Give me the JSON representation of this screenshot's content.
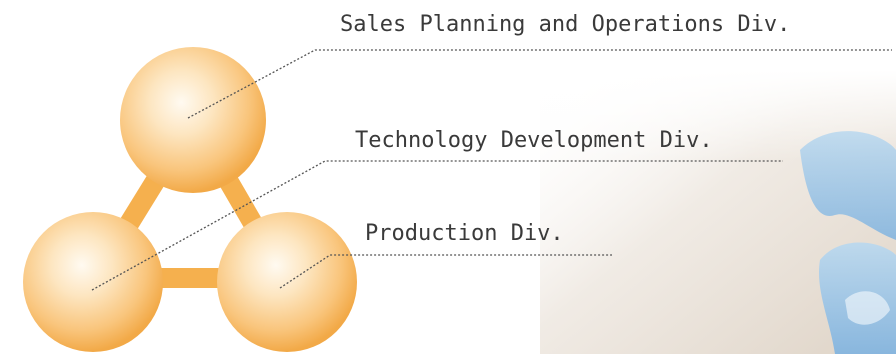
{
  "labels": {
    "sales": "Sales Planning and Operations Div.",
    "technology": "Technology Development Div.",
    "production": "Production Div."
  },
  "colors": {
    "sphere_light": "#fff6e6",
    "sphere_mid": "#fcd39a",
    "sphere_dark": "#f3a94a",
    "connector": "#f5b04e",
    "leader_line": "#555555",
    "text": "#3a3a3a"
  }
}
